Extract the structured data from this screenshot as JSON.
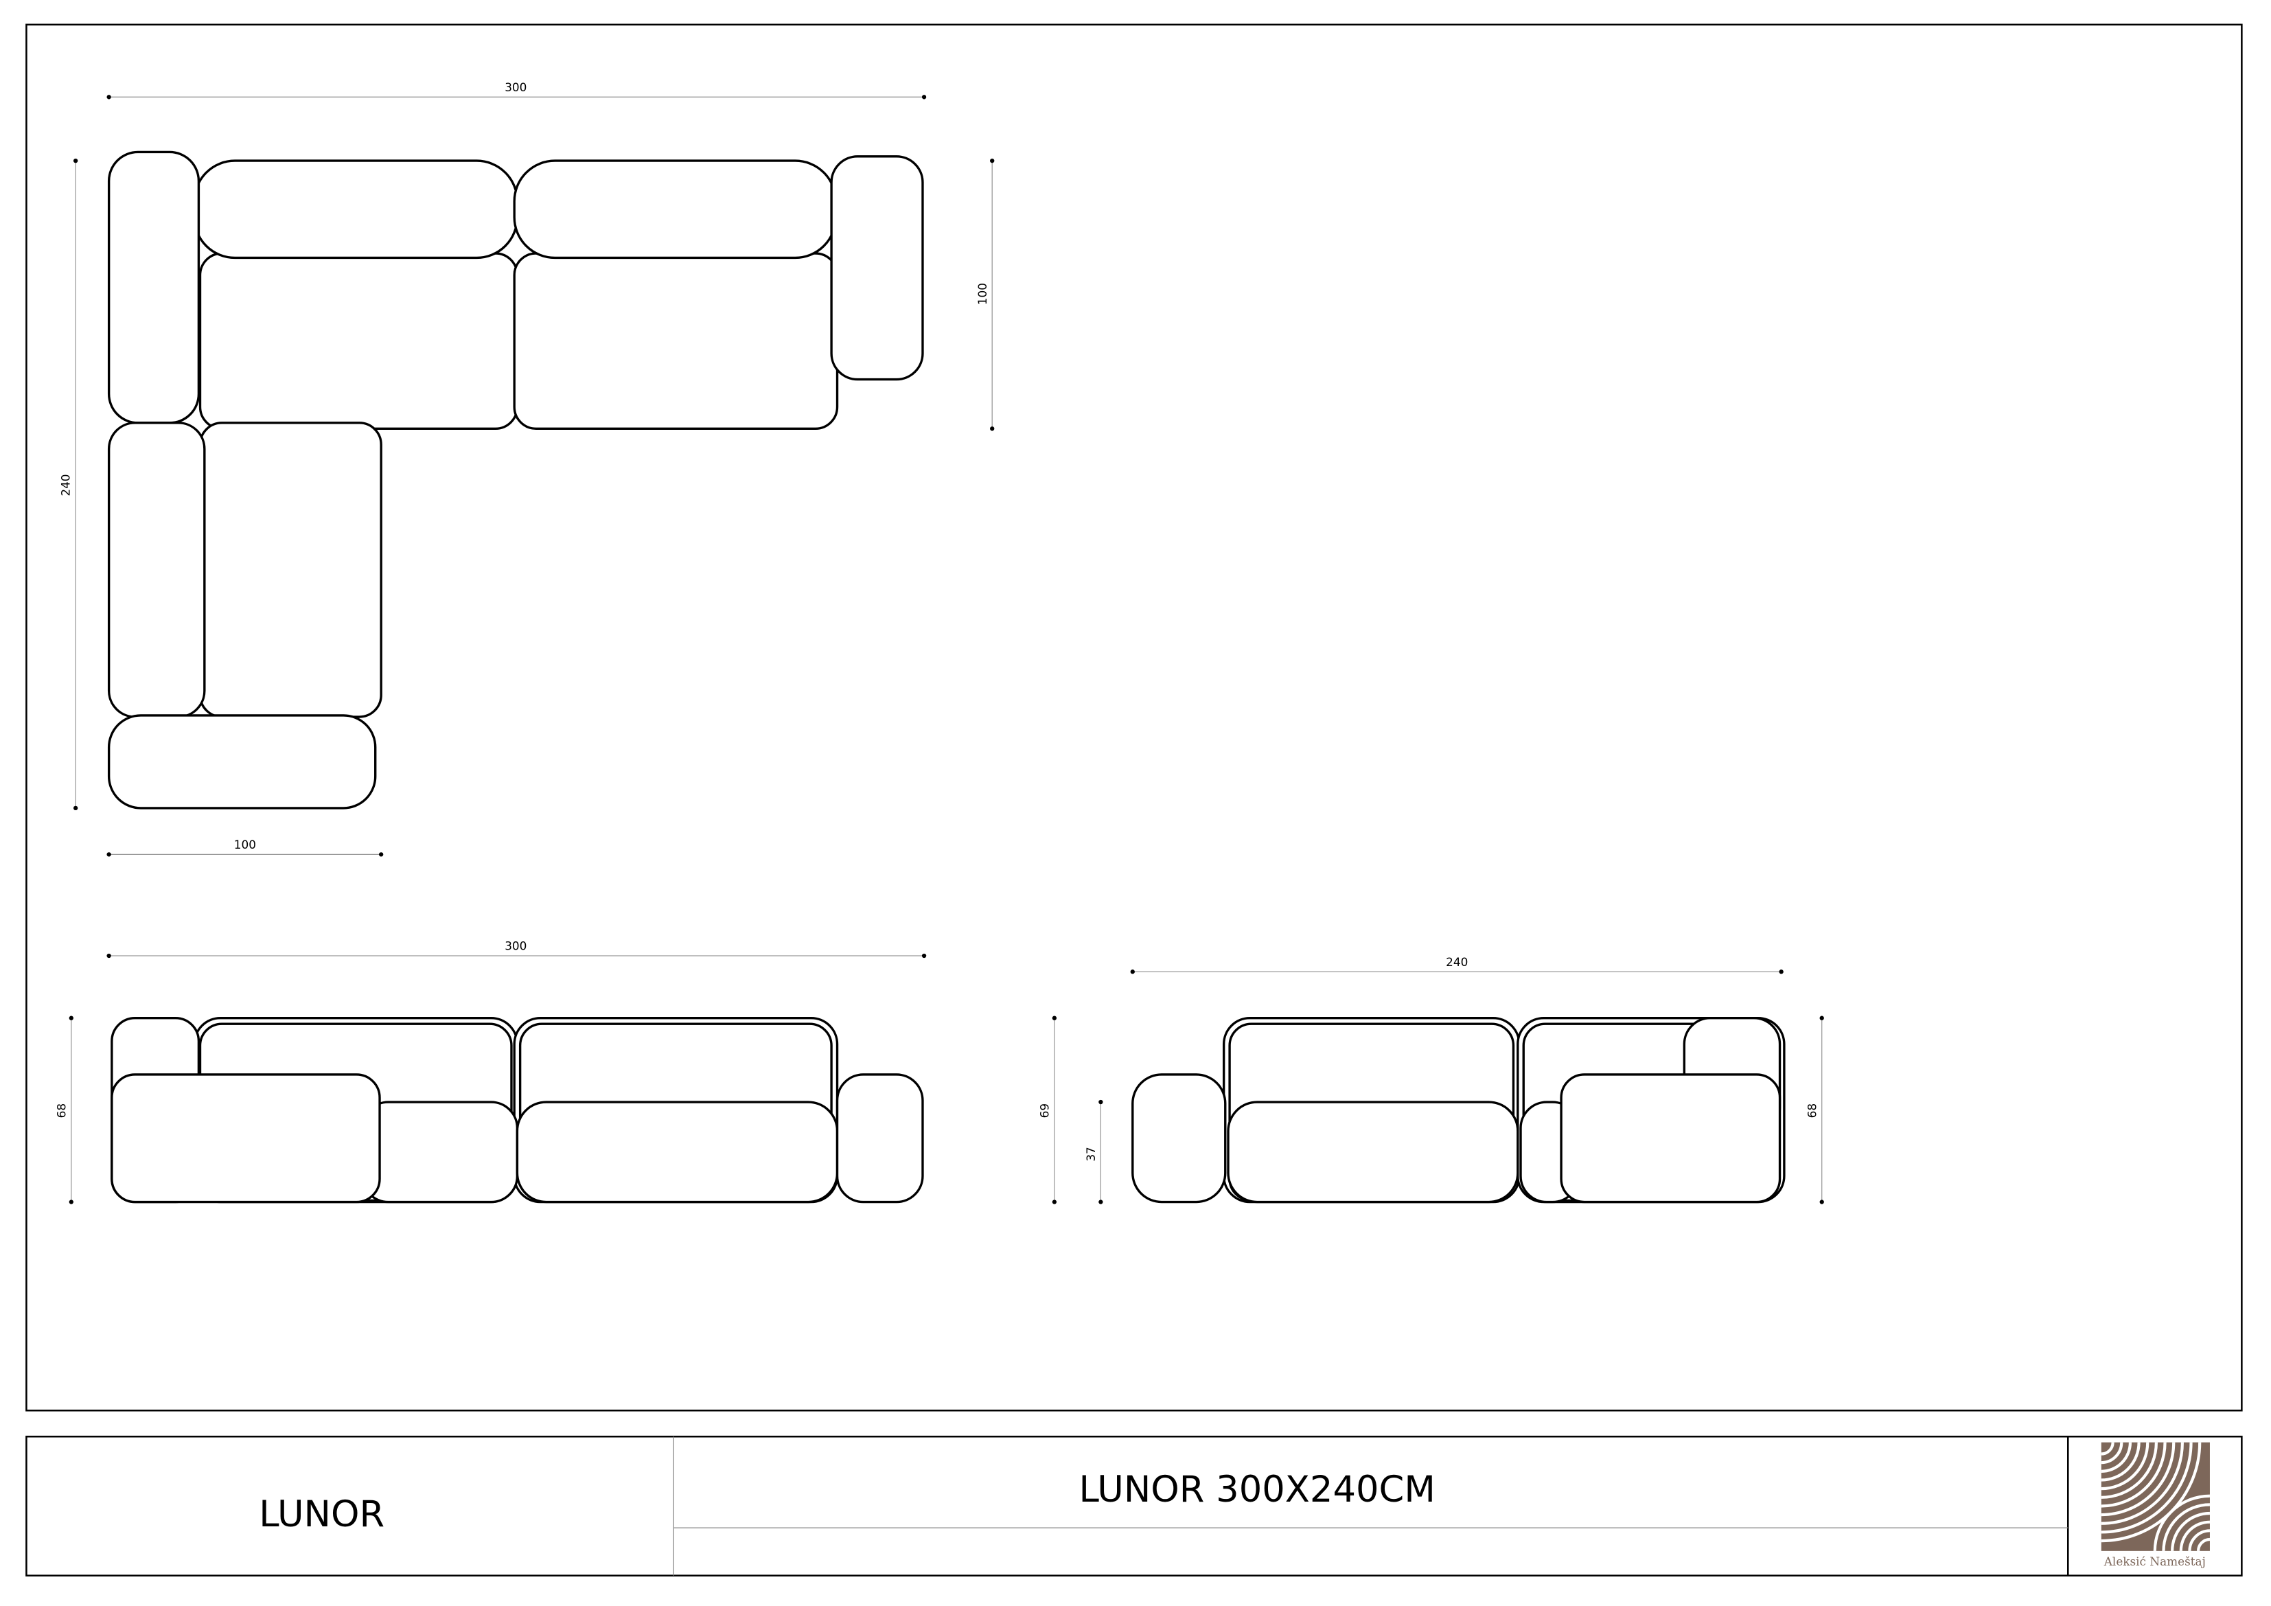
{
  "drawing": {
    "plan_view": {
      "width_label": "300",
      "depth_label": "240",
      "arm_depth_label": "100",
      "chaise_width_label": "100"
    },
    "front_view": {
      "width_label": "300",
      "height_label": "68"
    },
    "side_view": {
      "width_label": "240",
      "height_label_left": "69",
      "seat_height_label": "37",
      "height_label_right": "68"
    }
  },
  "title_block": {
    "product_name": "LUNOR",
    "drawing_title": "LUNOR 300X240CM",
    "logo_text": "Aleksić Nameštaj"
  },
  "colors": {
    "logo_brown": "#7d675a"
  }
}
